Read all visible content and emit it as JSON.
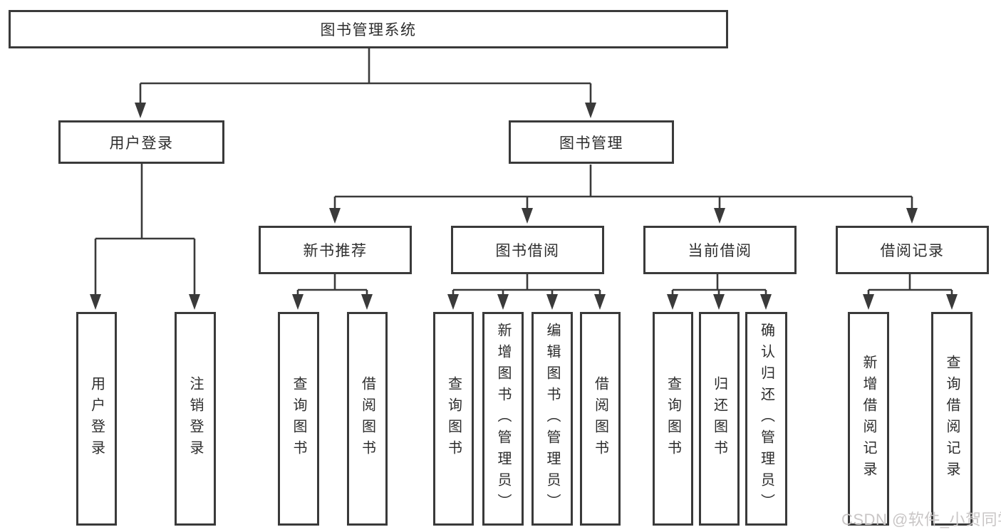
{
  "diagram": {
    "title": "图书管理系统",
    "nodes": {
      "root": {
        "label": "图书管理系统"
      },
      "user_login_group": {
        "label": "用户登录"
      },
      "book_management": {
        "label": "图书管理"
      },
      "user_login": {
        "label": "用户登录"
      },
      "logout": {
        "label": "注销登录"
      },
      "new_book_rec": {
        "label": "新书推荐"
      },
      "book_borrow": {
        "label": "图书借阅"
      },
      "current_borrow": {
        "label": "当前借阅"
      },
      "borrow_records": {
        "label": "借阅记录"
      },
      "nb_query": {
        "label": "查询图书"
      },
      "nb_borrow": {
        "label": "借阅图书"
      },
      "bb_query": {
        "label": "查询图书"
      },
      "bb_add": {
        "label": "新增图书（管理员）"
      },
      "bb_edit": {
        "label": "编辑图书（管理员）"
      },
      "bb_borrow": {
        "label": "借阅图书"
      },
      "cb_query": {
        "label": "查询图书"
      },
      "cb_return": {
        "label": "归还图书"
      },
      "cb_confirm": {
        "label": "确认归还（管理员）"
      },
      "rec_add": {
        "label": "新增借阅记录"
      },
      "rec_query": {
        "label": "查询借阅记录"
      }
    },
    "colors": {
      "line": "#3a3a3a",
      "box_border": "#3a3a3a",
      "box_fill": "#ffffff",
      "text": "#2d2d2d",
      "watermark": "#c9c6c6"
    },
    "watermark": "CSDN @软件_小贺同学"
  }
}
